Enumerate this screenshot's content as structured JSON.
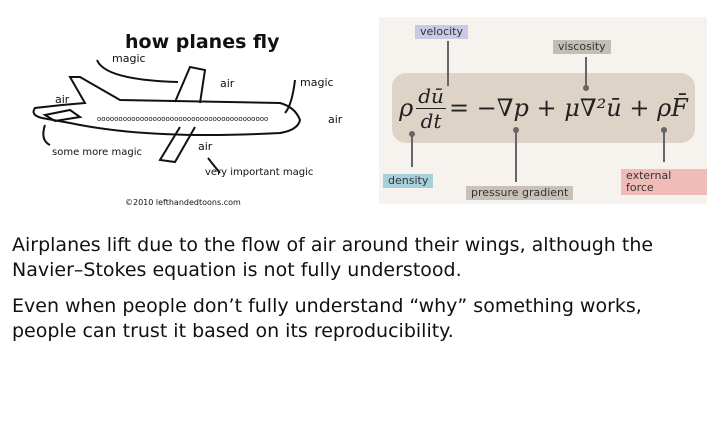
{
  "cartoon": {
    "title": "how planes fly",
    "labels": [
      "magic",
      "air",
      "magic",
      "air",
      "air",
      "some more magic",
      "air",
      "very important magic"
    ],
    "credit": "©2010 lefthandedtoons.com"
  },
  "equation": {
    "lhs_rho": "ρ",
    "numerator": "dū",
    "denominator": "dt",
    "rhs": "= −∇p + μ∇²ū + ρF̄",
    "annotations": {
      "velocity": "velocity",
      "viscosity": "viscosity",
      "density": "density",
      "pressure_gradient": "pressure gradient",
      "external_force": "external force"
    },
    "colors": {
      "panel": "#f6f3ee",
      "box": "#ddd3c6",
      "velocity": "#c9cbe6",
      "viscosity": "#c4bdb4",
      "density": "#a7cfdc",
      "pressure": "#c9c0ba",
      "external": "#f0bcb8"
    }
  },
  "text": {
    "p1": "Airplanes lift due to the flow of air around their wings, although the Navier–Stokes equation is not fully understood.",
    "p2": "Even when people don’t fully understand “why” something works, people can trust it based on its reproducibility."
  }
}
